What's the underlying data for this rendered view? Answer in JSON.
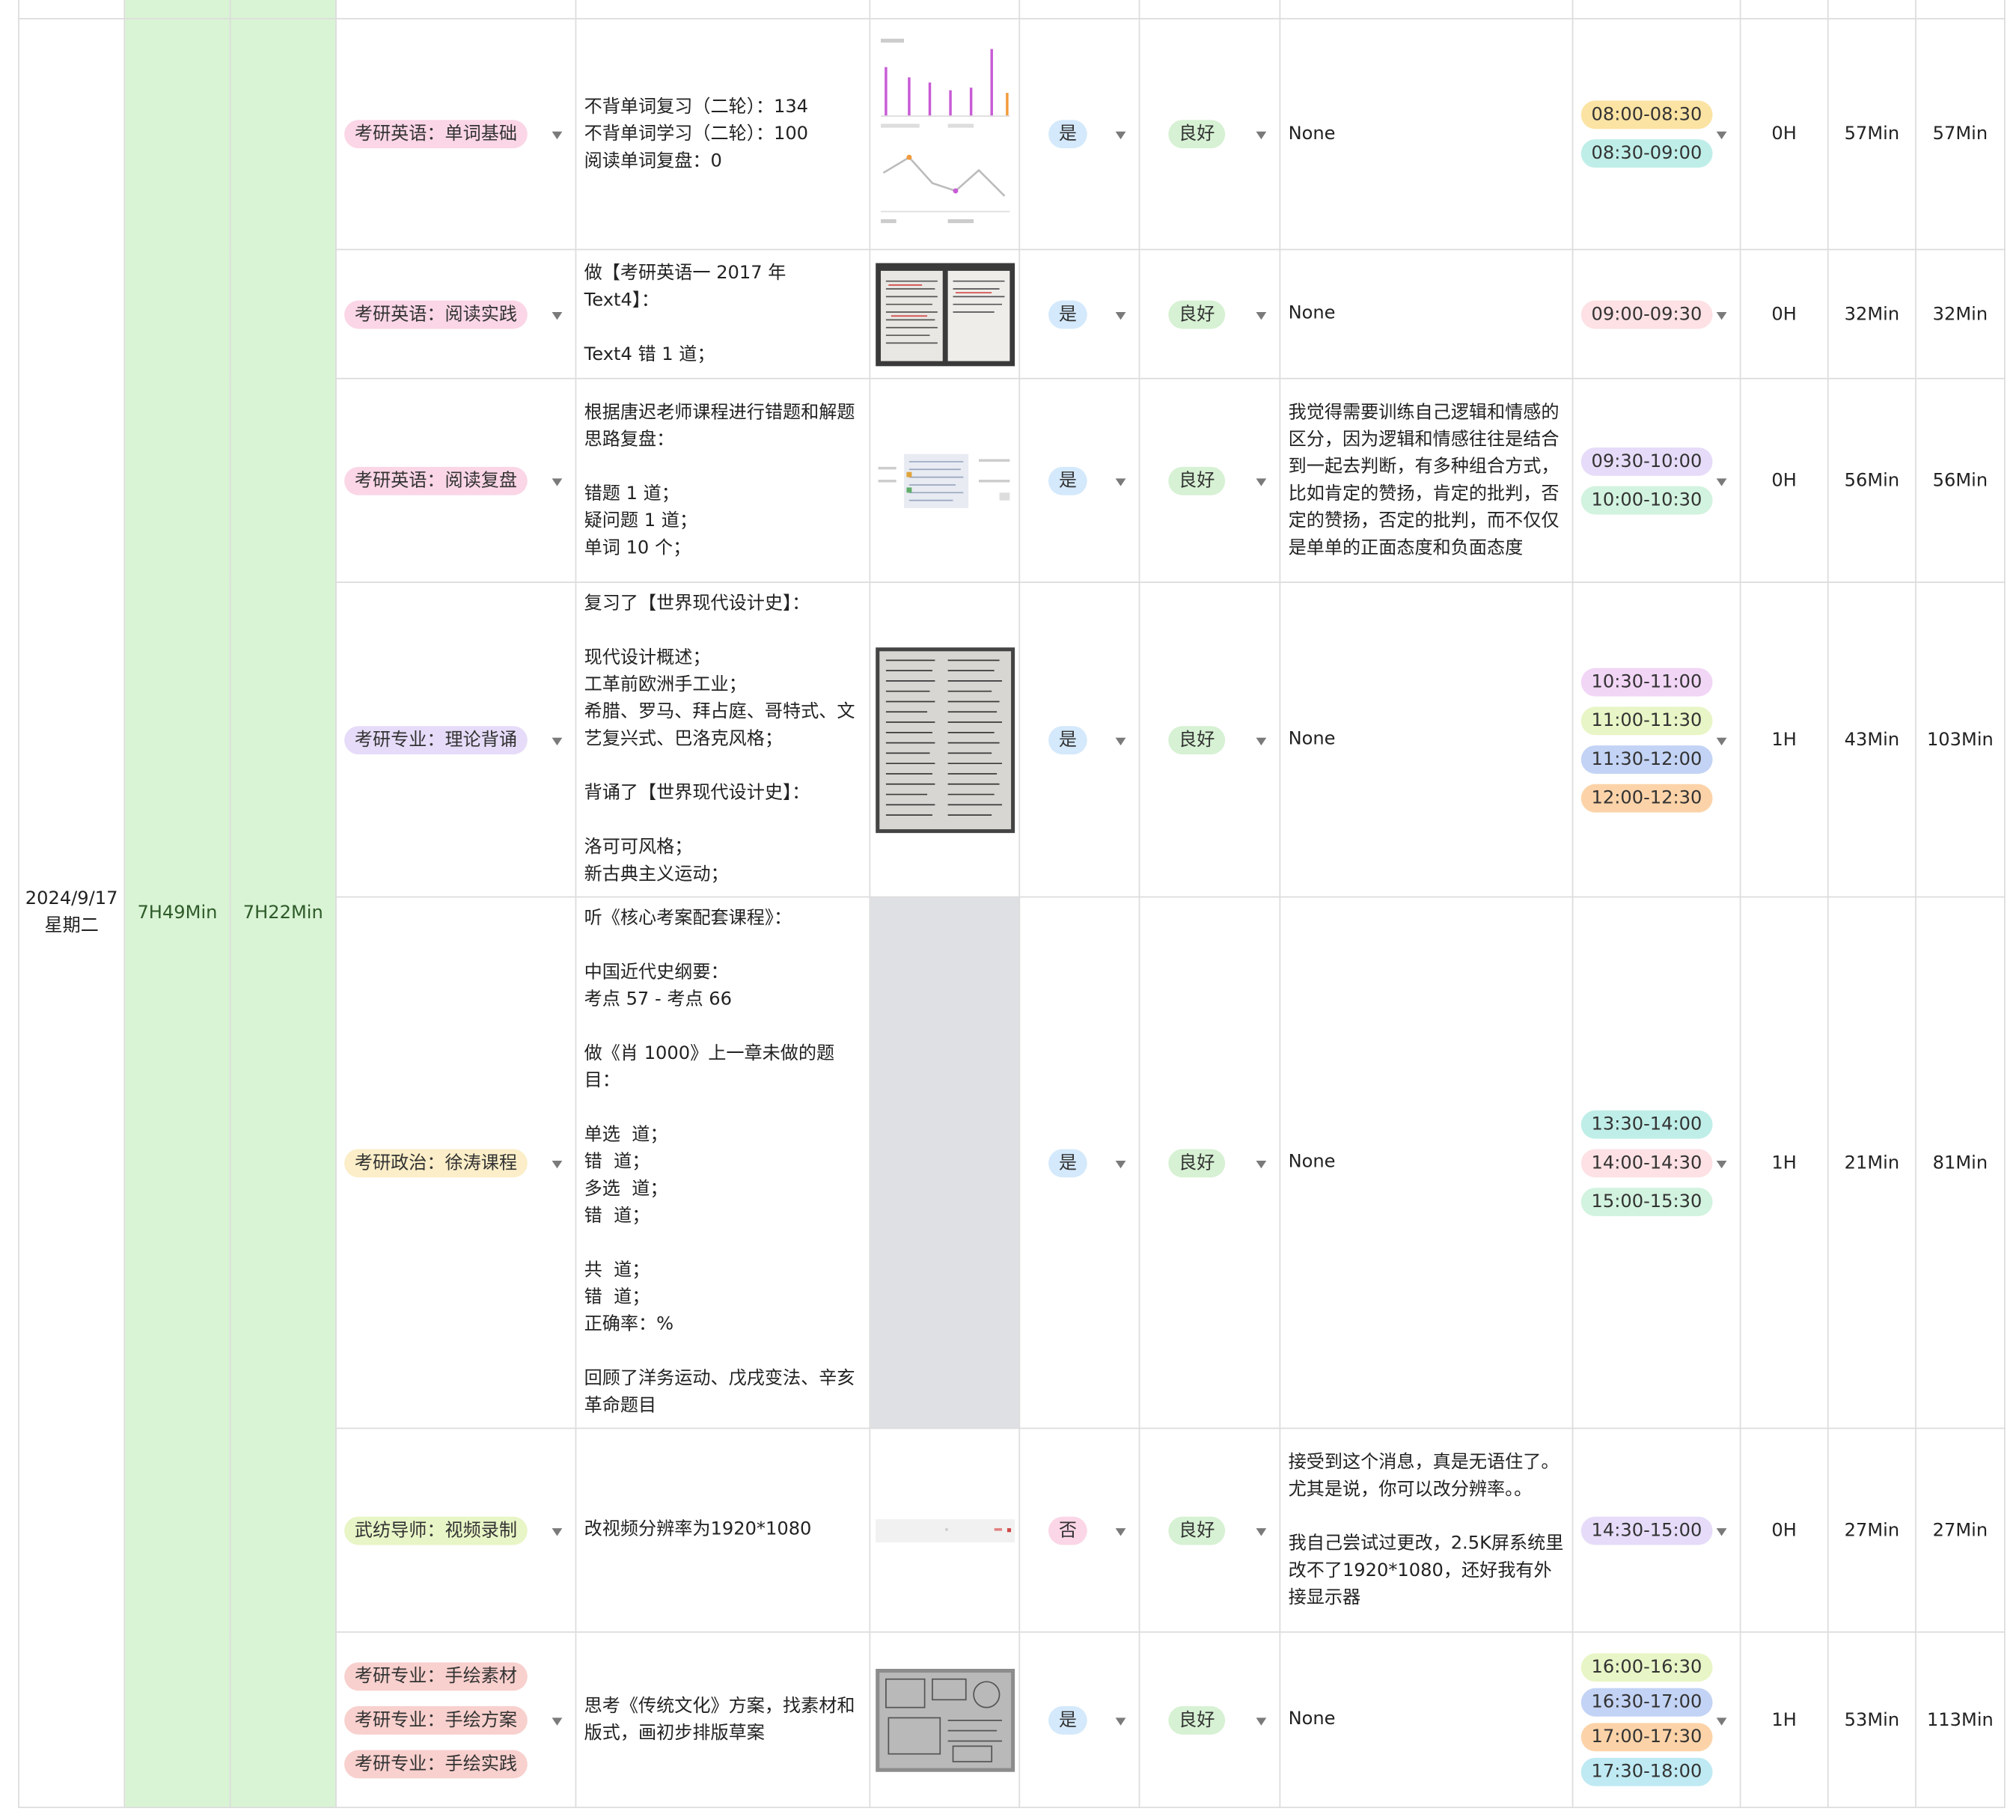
{
  "summary": {
    "date": "2024/9/17",
    "weekday": "星期二",
    "total_time_1": "7H49Min",
    "total_time_2": "7H22Min"
  },
  "rows": [
    {
      "tags": [
        "考研英语：单词基础"
      ],
      "content": "不背单词复习（二轮）：134\n不背单词学习（二轮）：100\n阅读单词复盘：0",
      "completed": "是",
      "status": "良好",
      "reflection": "None",
      "times": [
        "08:00-08:30",
        "08:30-09:00"
      ],
      "hours": "0H",
      "minutes": "57Min",
      "total": "57Min"
    },
    {
      "tags": [
        "考研英语：阅读实践"
      ],
      "content": "做【考研英语一 2017 年 Text4】：\n\nText4 错 1 道；",
      "completed": "是",
      "status": "良好",
      "reflection": "None",
      "times": [
        "09:00-09:30"
      ],
      "hours": "0H",
      "minutes": "32Min",
      "total": "32Min"
    },
    {
      "tags": [
        "考研英语：阅读复盘"
      ],
      "content": "根据唐迟老师课程进行错题和解题思路复盘：\n\n错题 1 道；\n疑问题 1 道；\n单词 10 个；",
      "completed": "是",
      "status": "良好",
      "reflection": "我觉得需要训练自己逻辑和情感的区分，因为逻辑和情感往往是结合到一起去判断，有多种组合方式，比如肯定的赞扬，肯定的批判，否定的赞扬，否定的批判，而不仅仅是单单的正面态度和负面态度",
      "times": [
        "09:30-10:00",
        "10:00-10:30"
      ],
      "hours": "0H",
      "minutes": "56Min",
      "total": "56Min"
    },
    {
      "tags": [
        "考研专业：理论背诵"
      ],
      "content": "复习了【世界现代设计史】：\n\n现代设计概述；\n工革前欧洲手工业；\n希腊、罗马、拜占庭、哥特式、文艺复兴式、巴洛克风格；\n\n背诵了【世界现代设计史】：\n\n洛可可风格；\n新古典主义运动；",
      "completed": "是",
      "status": "良好",
      "reflection": "None",
      "times": [
        "10:30-11:00",
        "11:00-11:30",
        "11:30-12:00",
        "12:00-12:30"
      ],
      "hours": "1H",
      "minutes": "43Min",
      "total": "103Min"
    },
    {
      "tags": [
        "考研政治：徐涛课程"
      ],
      "content": "听《核心考案配套课程》：\n\n中国近代史纲要：\n考点 57 - 考点 66\n\n做《肖 1000》上一章未做的题目：\n\n单选  道；\n错  道；\n多选  道；\n错  道；\n\n共  道；\n错  道；\n正确率：%\n\n回顾了洋务运动、戊戌变法、辛亥革命题目",
      "completed": "是",
      "status": "良好",
      "reflection": "None",
      "times": [
        "13:30-14:00",
        "14:00-14:30",
        "15:00-15:30"
      ],
      "hours": "1H",
      "minutes": "21Min",
      "total": "81Min"
    },
    {
      "tags": [
        "武纺导师：视频录制"
      ],
      "content": "改视频分辨率为1920*1080",
      "completed": "否",
      "status": "良好",
      "reflection": "接受到这个消息，真是无语住了。尤其是说，你可以改分辨率。。\n\n我自己尝试过更改，2.5K屏系统里改不了1920*1080，还好我有外接显示器",
      "times": [
        "14:30-15:00"
      ],
      "hours": "0H",
      "minutes": "27Min",
      "total": "27Min"
    },
    {
      "tags": [
        "考研专业：手绘素材",
        "考研专业：手绘方案",
        "考研专业：手绘实践"
      ],
      "content": "思考《传统文化》方案，找素材和版式，画初步排版草案",
      "completed": "是",
      "status": "良好",
      "reflection": "None",
      "times": [
        "16:00-16:30",
        "16:30-17:00",
        "17:00-17:30",
        "17:30-18:00"
      ],
      "hours": "1H",
      "minutes": "53Min",
      "total": "113Min"
    }
  ],
  "colors": {
    "summary_bg": "#d9f4d4",
    "tag_english": "#fbd6e6",
    "tag_theory": "#e6dcf9",
    "tag_politics": "#fbeec8",
    "tag_mentor": "#e8f5c6",
    "tag_drawing": "#f8d0cd",
    "yes_badge": "#d4e9fb",
    "no_badge": "#fbd6e6",
    "good_badge": "#d6f1d3"
  },
  "icons": [
    "dropdown-arrow-icon"
  ]
}
